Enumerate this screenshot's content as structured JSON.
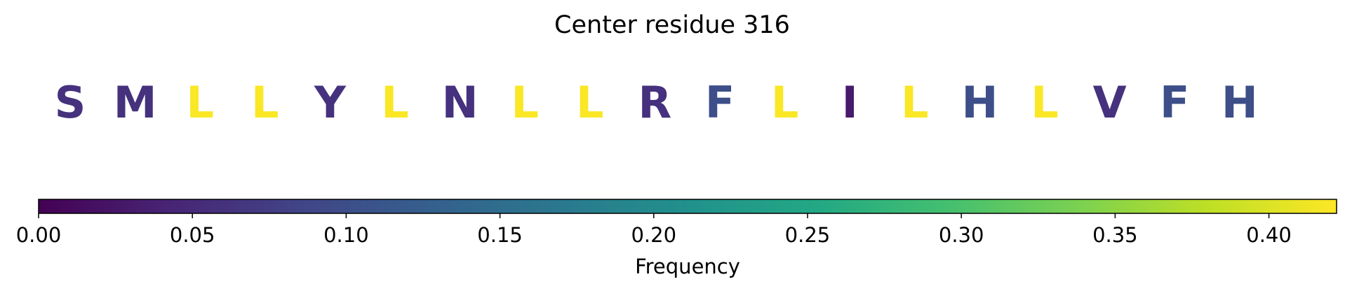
{
  "chart_data": {
    "type": "heatmap",
    "title": "Center residue 316",
    "residues": [
      {
        "letter": "S",
        "frequency": 0.06
      },
      {
        "letter": "M",
        "frequency": 0.06
      },
      {
        "letter": "L",
        "frequency": 0.42
      },
      {
        "letter": "L",
        "frequency": 0.42
      },
      {
        "letter": "Y",
        "frequency": 0.06
      },
      {
        "letter": "L",
        "frequency": 0.42
      },
      {
        "letter": "N",
        "frequency": 0.06
      },
      {
        "letter": "L",
        "frequency": 0.42
      },
      {
        "letter": "L",
        "frequency": 0.42
      },
      {
        "letter": "R",
        "frequency": 0.06
      },
      {
        "letter": "F",
        "frequency": 0.1
      },
      {
        "letter": "L",
        "frequency": 0.42
      },
      {
        "letter": "I",
        "frequency": 0.03
      },
      {
        "letter": "L",
        "frequency": 0.42
      },
      {
        "letter": "H",
        "frequency": 0.1
      },
      {
        "letter": "L",
        "frequency": 0.42
      },
      {
        "letter": "V",
        "frequency": 0.06
      },
      {
        "letter": "F",
        "frequency": 0.1
      },
      {
        "letter": "H",
        "frequency": 0.1
      }
    ],
    "colorbar": {
      "label": "Frequency",
      "range": [
        0,
        0.422
      ],
      "ticks": [
        0.0,
        0.05,
        0.1,
        0.15,
        0.2,
        0.25,
        0.3,
        0.35,
        0.4
      ],
      "tick_labels": [
        "0.00",
        "0.05",
        "0.10",
        "0.15",
        "0.20",
        "0.25",
        "0.30",
        "0.35",
        "0.40"
      ],
      "colormap": "viridis"
    }
  }
}
